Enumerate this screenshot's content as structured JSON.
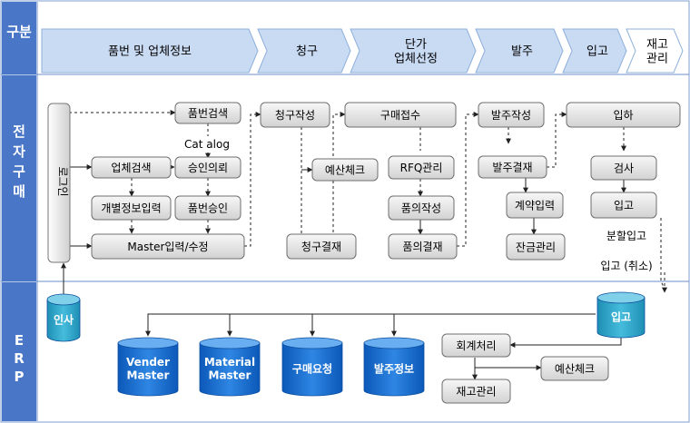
{
  "lanes": {
    "header": "구분",
    "ecommerce": "전자구매",
    "erp": "ERP"
  },
  "phases": [
    {
      "label": "품번 및 업체정보"
    },
    {
      "label": "청구"
    },
    {
      "label": "단가\n업체선정"
    },
    {
      "label": "발주"
    },
    {
      "label": "입고"
    },
    {
      "label": "재고\n관리"
    }
  ],
  "login": "로그인",
  "nodes": {
    "part_search": "품번검색",
    "catalog": "Cat alog",
    "approval_request": "승인의뢰",
    "vendor_search": "업체검색",
    "individual_input": "개별정보입력",
    "part_approval": "품번승인",
    "master_input": "Master입력/수정",
    "request_create": "청구작성",
    "budget_check": "예산체크",
    "request_approve": "청구결재",
    "purchase_receipt": "구매접수",
    "rfq_manage": "RFQ관리",
    "review_create": "품의작성",
    "review_approve": "품의결재",
    "order_create": "발주작성",
    "order_approve": "발주결재",
    "contract_input": "계약입력",
    "balance_manage": "잔금관리",
    "arrival": "입하",
    "inspection": "검사",
    "receiving": "입고",
    "partial_receiving": "분할입고",
    "receiving_cancel": "입고 (취소)"
  },
  "erp": {
    "hr": "인사",
    "vendor_master": "Vender\nMaster",
    "material_master": "Material\nMaster",
    "purchase_request": "구매요청",
    "order_info": "발주정보",
    "erp_receiving": "입고",
    "accounting": "회계처리",
    "erp_budget_check": "예산체크",
    "inventory": "재고관리"
  },
  "colors": {
    "lane_label": "#4a76c7",
    "lane_border": "#9db4df",
    "phase_fill": "#c9daf3",
    "phase_stroke": "#8fb0db",
    "node_fill_top": "#f4f4f4",
    "node_fill_bottom": "#d4d4d4",
    "node_stroke": "#7a7a7a",
    "cylinder": "#1a6fd0",
    "cylinder_light": "#5fa6f0",
    "teal": "#2ea7c9"
  }
}
